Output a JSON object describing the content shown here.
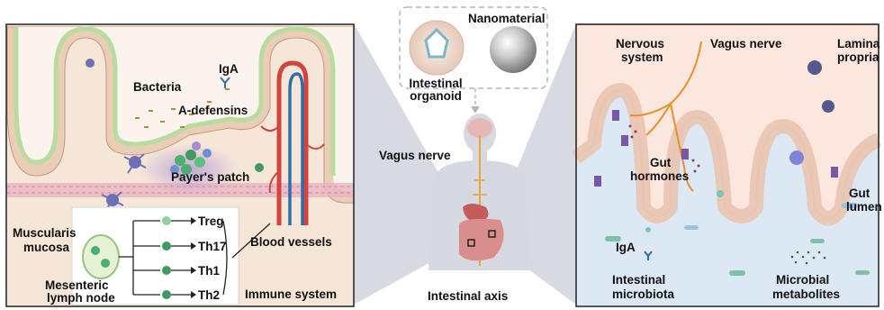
{
  "left_panel": {
    "labels": {
      "bacteria": "Bacteria",
      "iga": "IgA",
      "a_defensins": "A-defensins",
      "payers_patch": "Payer's patch",
      "muscularis_mucosa_1": "Muscularis",
      "muscularis_mucosa_2": "mucosa",
      "mesenteric_1": "Mesenteric",
      "mesenteric_2": "lymph node",
      "blood_vessels": "Blood vessels",
      "immune_system": "Immune system"
    },
    "t_cells": [
      "Treg",
      "Th17",
      "Th1",
      "Th2"
    ]
  },
  "center_panel": {
    "labels": {
      "nanomaterial": "Nanomaterial",
      "organoid_1": "Intestinal",
      "organoid_2": "organoid",
      "vagus_nerve": "Vagus nerve",
      "intestinal_axis": "Intestinal axis"
    }
  },
  "right_panel": {
    "labels": {
      "nervous_1": "Nervous",
      "nervous_2": "system",
      "vagus_nerve": "Vagus nerve",
      "lamina_1": "Lamina",
      "lamina_2": "propria",
      "gut_hormones_1": "Gut",
      "gut_hormones_2": "hormones",
      "gut_lumen_1": "Gut",
      "gut_lumen_2": "lumen",
      "iga": "IgA",
      "microbiota_1": "Intestinal",
      "microbiota_2": "microbiota",
      "metabolites_1": "Microbial",
      "metabolites_2": "metabolites"
    }
  },
  "colors": {
    "epithelium": "#e9cdb5",
    "mucus": "#b8dca0",
    "tissue": "#f6e6d8",
    "panel_border": "#222222",
    "lumen": "#dde8f5",
    "artery": "#d2443f",
    "vein": "#2e6ea8",
    "nerve": "#e8902a",
    "connector": "#c9ced8"
  }
}
